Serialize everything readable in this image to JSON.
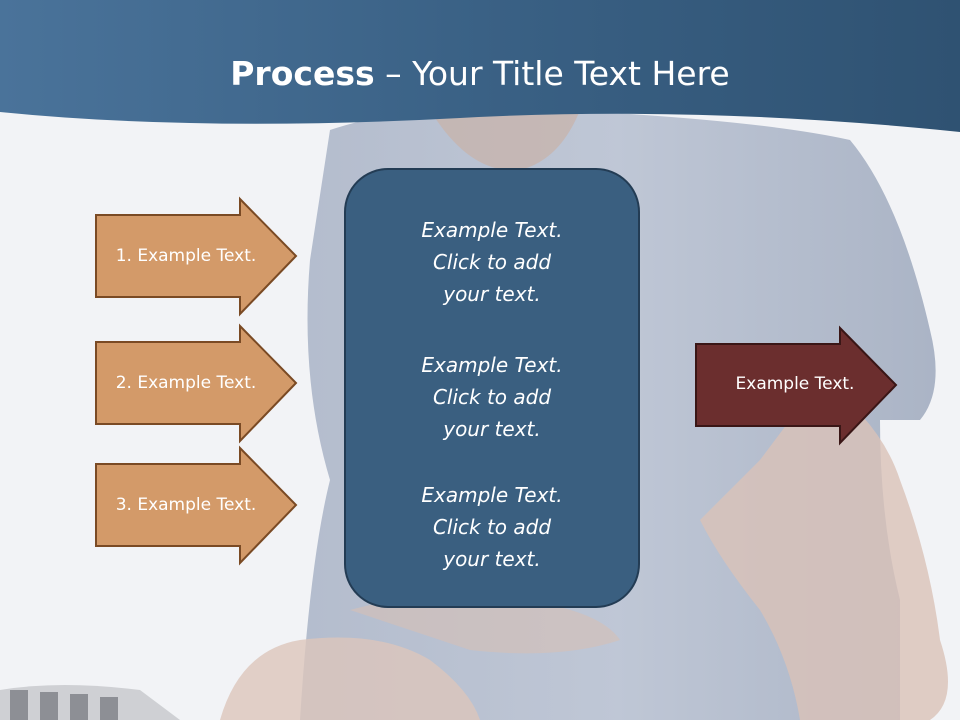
{
  "title": {
    "bold": "Process",
    "rest": " – Your Title Text Here"
  },
  "inputs": [
    {
      "label": "1. Example Text."
    },
    {
      "label": "2. Example Text."
    },
    {
      "label": "3. Example Text."
    }
  ],
  "center": {
    "items": [
      {
        "lines": [
          "Example Text.",
          "Click  to add",
          "your text."
        ]
      },
      {
        "lines": [
          "Example Text.",
          "Click  to add",
          "your text."
        ]
      },
      {
        "lines": [
          "Example Text.",
          "Click  to add",
          "your text."
        ]
      }
    ]
  },
  "output": {
    "label": "Example Text."
  },
  "colors": {
    "header": "#3f6689",
    "input_arrow": "#d39a69",
    "input_arrow_border": "#7a4a24",
    "center_box": "#3a5f80",
    "output_arrow": "#6b2e2e"
  }
}
